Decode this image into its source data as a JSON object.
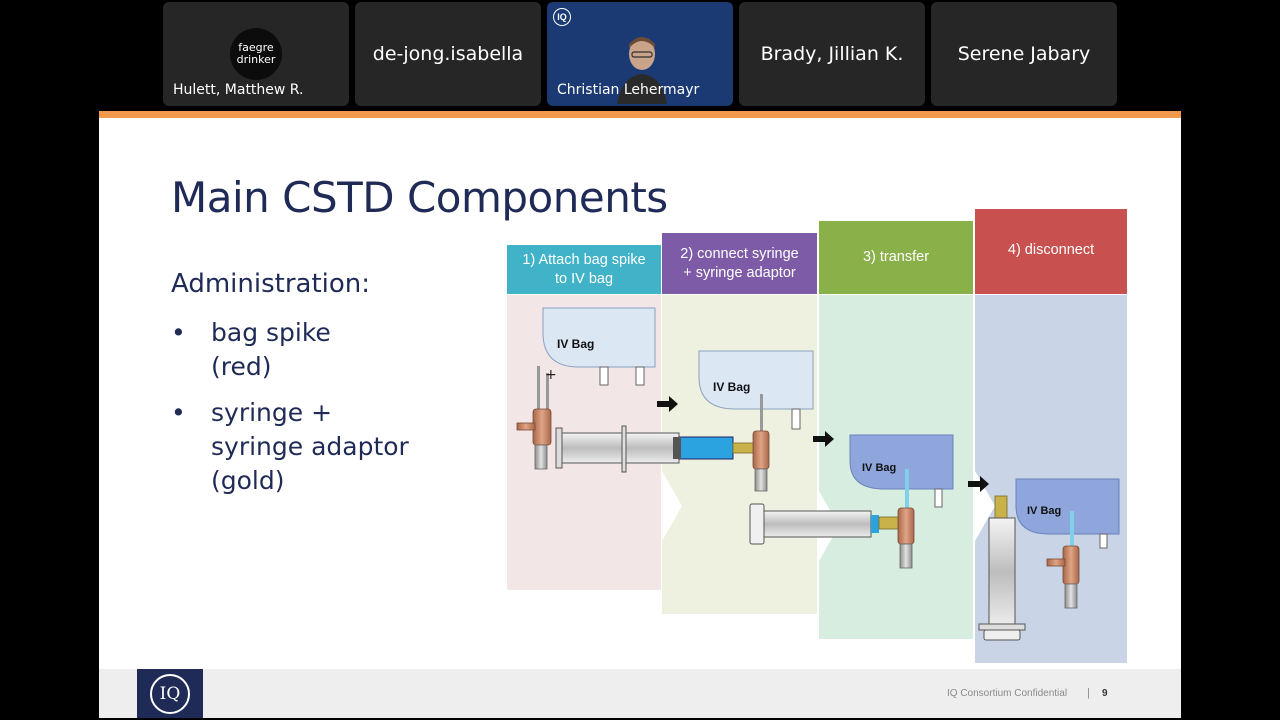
{
  "participants": [
    {
      "name": "Hulett, Matthew R.",
      "logo_text_1": "faegre",
      "logo_text_2": "drinker"
    },
    {
      "name": "de-jong.isabella"
    },
    {
      "name": "Christian Lehermayr",
      "badge": "IQ"
    },
    {
      "name": "Brady, Jillian K."
    },
    {
      "name": "Serene Jabary"
    }
  ],
  "slide": {
    "title": "Main CSTD Components",
    "heading": "Administration:",
    "bullets": [
      {
        "lines": [
          "bag spike",
          "(red)"
        ]
      },
      {
        "lines": [
          "syringe +",
          "syringe adaptor",
          "(gold)"
        ]
      }
    ],
    "steps": [
      {
        "label_1": "1) Attach bag spike",
        "label_2": "to IV bag",
        "color": "#41b3c8"
      },
      {
        "label_1": "2) connect syringe",
        "label_2": "+ syringe adaptor",
        "color": "#7d5ba6"
      },
      {
        "label_1": "3) transfer",
        "label_2": "",
        "color": "#8ab04a"
      },
      {
        "label_1": "4) disconnect",
        "label_2": "",
        "color": "#c8504f"
      }
    ],
    "iv_bag_label": "IV Bag",
    "plus_sign": "+",
    "footer": {
      "logo": "IQ",
      "confidential": "IQ Consortium Confidential",
      "separator": "|",
      "page": "9"
    }
  },
  "colors": {
    "accent_bar": "#f29b4c",
    "title": "#1f2b56",
    "tile_bg": "#262626"
  }
}
